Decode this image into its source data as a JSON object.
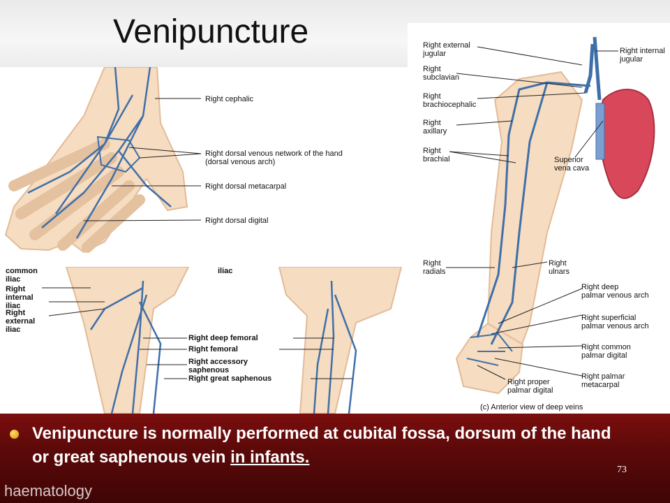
{
  "title": "Venipuncture",
  "hand": {
    "labels": [
      "Right cephalic",
      "Right dorsal venous network of the hand\n(dorsal venous arch)",
      "Right dorsal metacarpal",
      "Right dorsal digital"
    ]
  },
  "legs": {
    "left_labels": [
      "common\niliac",
      "Right\ninternal\niliac",
      "Right\nexternal\niliac"
    ],
    "top_label": "iliac",
    "center_labels": [
      "Right deep femoral",
      "Right femoral",
      "Right accessory\nsaphenous",
      "Right great saphenous"
    ]
  },
  "arm": {
    "labels": {
      "ext_jugular": "Right external\njugular",
      "subclavian": "Right\nsubclavian",
      "brachiocephalic": "Right\nbrachiocephalic",
      "axillary": "Right\naxillary",
      "brachial": "Right\nbrachial",
      "int_jugular": "Right internal\njugular",
      "svc": "Superior\nvena cava",
      "radials": "Right\nradials",
      "ulnars": "Right\nulnars",
      "deep_palmar": "Right deep\npalmar venous arch",
      "superficial_palmar": "Right superficial\npalmar venous arch",
      "common_palmar": "Right common\npalmar digital",
      "palmar_metacarpal": "Right palmar\nmetacarpal",
      "proper_palmar": "Right proper\npalmar digital",
      "caption": "(c) Anterior view of deep veins"
    }
  },
  "bullet": {
    "text_main": "Venipuncture is normally performed at cubital fossa, dorsum of the hand or great saphenous vein ",
    "text_underlined": "in infants."
  },
  "page_number": "73",
  "brand": "haematology",
  "colors": {
    "vein": "#3f6fa8",
    "skin": "#f6dcc0",
    "heart": "#d9485a",
    "band": "#6b0b0b"
  }
}
